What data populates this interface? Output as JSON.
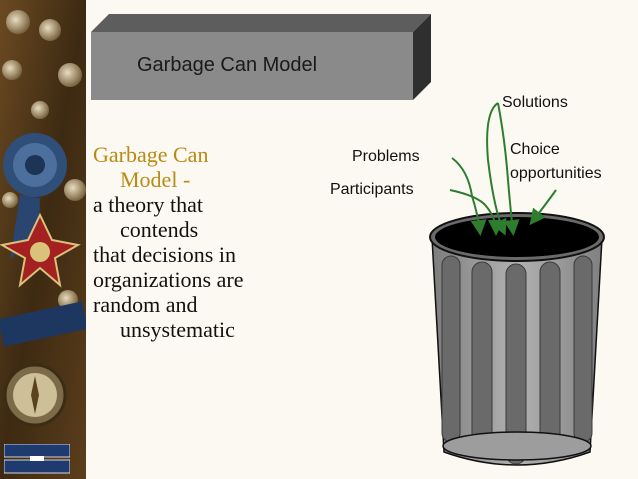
{
  "slide": {
    "title": "Garbage Can Model",
    "body": {
      "heading_lines": [
        "Garbage Can",
        "Model -"
      ],
      "definition_lines": [
        "a theory that",
        "contends",
        "that decisions in",
        "organizations are",
        "random and",
        "unsystematic"
      ]
    },
    "diagram": {
      "labels": {
        "solutions": "Solutions",
        "problems": "Problems",
        "participants": "Participants",
        "choice_line1": "Choice",
        "choice_line2": "opportunities"
      }
    }
  },
  "colors": {
    "background": "#fbf9f1",
    "heading": "#b98a15",
    "title_box": "#8a8a8a",
    "arrows": "#2e7d2e",
    "can_body": "#9d9d9d",
    "can_stripes": "#6a6a6a"
  },
  "icons": [
    "medal-icon",
    "rosette-icon",
    "compass-icon"
  ]
}
